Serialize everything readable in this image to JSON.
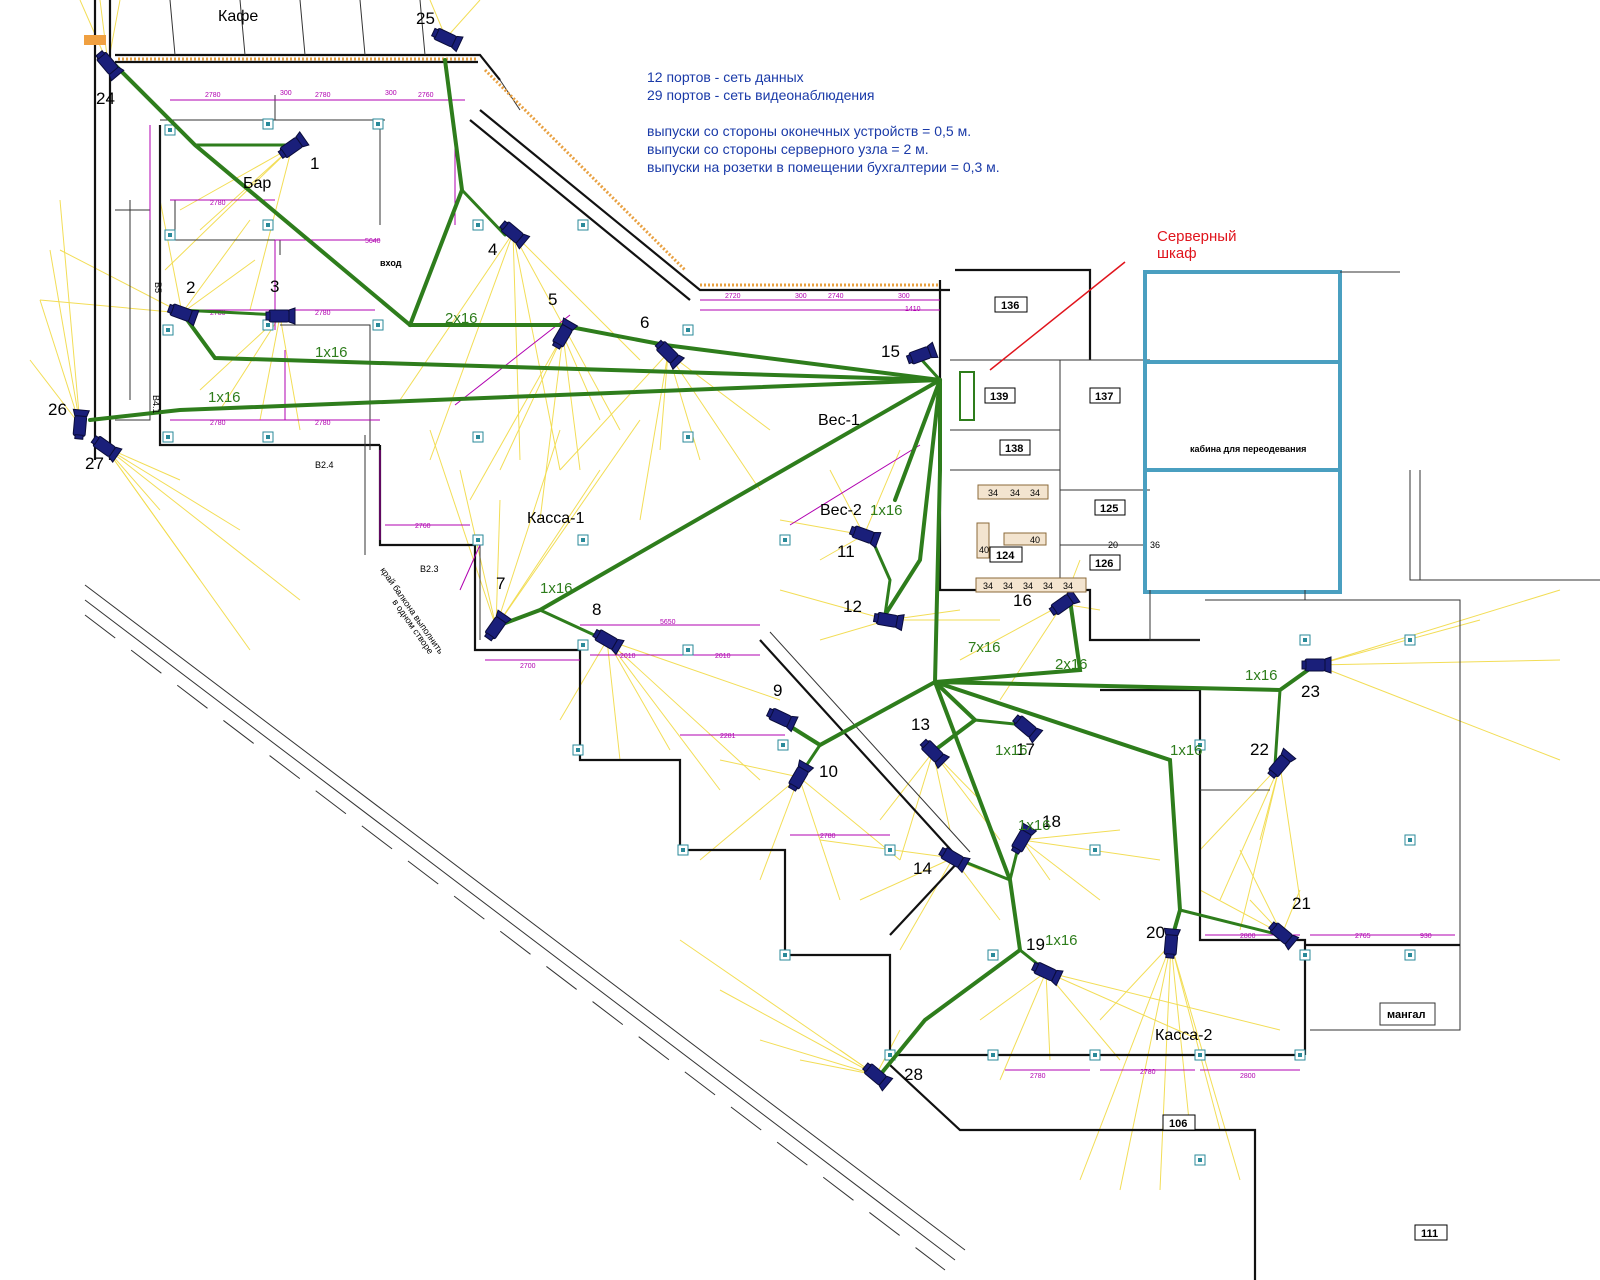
{
  "notes": {
    "line1": "12 портов - сеть данных",
    "line2": "29 портов - сеть видеонаблюдения",
    "line3": "выпуски со стороны оконечных устройств = 0,5 м.",
    "line4": "выпуски со стороны серверного узла = 2 м.",
    "line5": "выпуски на розетки в помещении бухгалтерии = 0,3 м."
  },
  "server_label": {
    "line1": "Серверный",
    "line2": "шкаф"
  },
  "rooms": {
    "cafe": "Кафе",
    "bar": "Бар",
    "kassa1": "Касса-1",
    "kassa2": "Касса-2",
    "ves1": "Вес-1",
    "ves2": "Вес-2"
  },
  "room_tags": {
    "r136": "136",
    "r139": "139",
    "r137": "137",
    "r138": "138",
    "r125": "125",
    "r124": "124",
    "r126": "126",
    "r106": "106",
    "r111": "111",
    "mangal": "мангал"
  },
  "misc_text": {
    "entrance": "вход",
    "cabin": "кабина для переодевания",
    "b24": "B2.4",
    "b23": "B2.3",
    "b41": "B4.1",
    "b5": "B5",
    "balcony1": "край балкона выполнить",
    "balcony2": "в одном створе"
  },
  "cable_labels": {
    "c2x16a": "2x16",
    "c1x16a": "1x16",
    "c1x16b": "1x16",
    "c1x16c": "1x16",
    "c1x16d": "1x16",
    "c7x16": "7x16",
    "c2x16b": "2x16",
    "c1x16e": "1x16",
    "c1x16f": "1x16",
    "c1x16g": "1x16",
    "c1x16h": "1x16",
    "c1x16i": "1x16"
  },
  "cameras": [
    "1",
    "2",
    "3",
    "4",
    "5",
    "6",
    "7",
    "8",
    "9",
    "10",
    "11",
    "12",
    "13",
    "14",
    "15",
    "16",
    "17",
    "18",
    "19",
    "20",
    "21",
    "22",
    "23",
    "24",
    "25",
    "26",
    "27",
    "28"
  ],
  "colors": {
    "cable": "#2e7d1c",
    "camera": "#1a1f7a",
    "coverage": "#f2dc4e",
    "dimension": "#b000b0",
    "note": "#1a3aa8",
    "server": "#e0141c"
  }
}
